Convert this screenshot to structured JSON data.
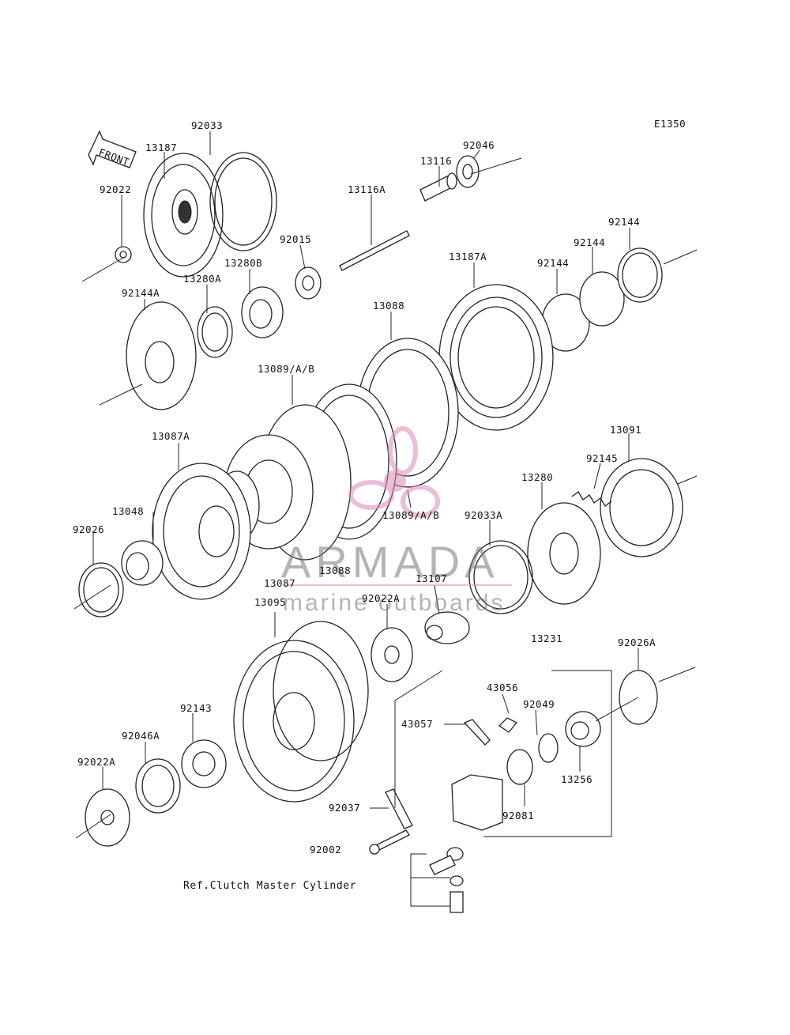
{
  "diagram_code": "E1350",
  "front_label": "FRONT",
  "labels": {
    "l92033": "92033",
    "l13187": "13187",
    "l92046": "92046",
    "l13116": "13116",
    "l92022": "92022",
    "l13116a": "13116A",
    "l92144": "92144",
    "l92015": "92015",
    "l13187a": "13187A",
    "l13280b": "13280B",
    "l13280a": "13280A",
    "l92144a": "92144A",
    "l13088": "13088",
    "l13089": "13089/A/B",
    "l13091": "13091",
    "l13087a": "13087A",
    "l92145": "92145",
    "l13280": "13280",
    "l13048": "13048",
    "l92033a": "92033A",
    "l92026": "92026",
    "l13107": "13107",
    "l13087": "13087",
    "l92022a": "92022A",
    "l13095": "13095",
    "l13231": "13231",
    "l92026a": "92026A",
    "l43056": "43056",
    "l92049": "92049",
    "l92143": "92143",
    "l43057": "43057",
    "l92046a": "92046A",
    "l13256": "13256",
    "l92037": "92037",
    "l92081": "92081",
    "l92002": "92002"
  },
  "ref_note": "Ref.Clutch Master Cylinder",
  "watermark": {
    "brand": "ARMADA",
    "tagline": "marine outboards"
  }
}
